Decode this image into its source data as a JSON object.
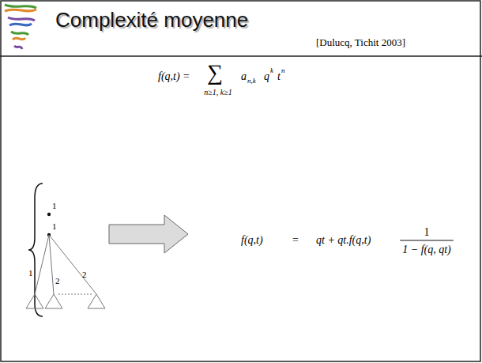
{
  "diagram": {
    "title": "Complexité moyenne",
    "labels": [
      "[Dulucq, Tichit 2003]",
      "f(q,t) =",
      "∑",
      "n≥1, k≥1",
      "a",
      "n,k",
      "q",
      "k",
      "t",
      "n",
      "1",
      "1",
      "1",
      "2",
      "2",
      "f(q,t)",
      "=",
      "qt + qt.f(q,t)",
      "1",
      "1 − f(q, qt)"
    ]
  }
}
